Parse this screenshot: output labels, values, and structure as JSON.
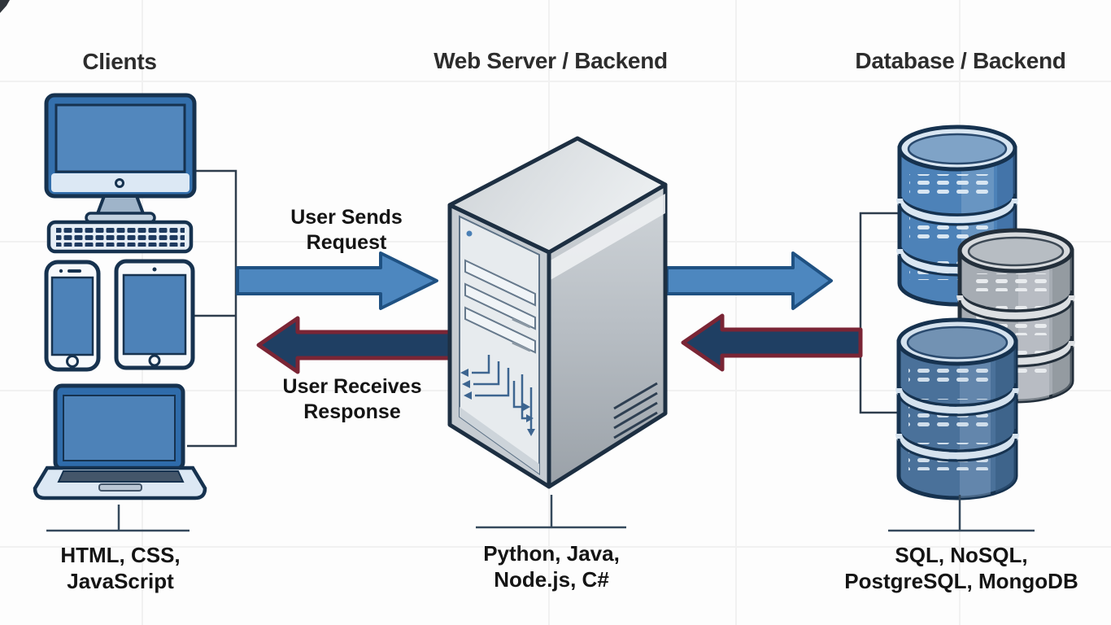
{
  "sections": {
    "clients": {
      "title": "Clients",
      "tech_line1": "HTML, CSS,",
      "tech_line2": "JavaScript",
      "device_icons": [
        "desktop-computer",
        "keyboard",
        "smartphone",
        "tablet",
        "laptop"
      ]
    },
    "web_server": {
      "title": "Web Server / Backend",
      "tech_line1": "Python, Java,",
      "tech_line2": "Node.js, C#",
      "device_icons": [
        "server-tower"
      ]
    },
    "database": {
      "title": "Database / Backend",
      "tech_line1": "SQL, NoSQL,",
      "tech_line2": "PostgreSQL, MongoDB",
      "device_icons": [
        "database-stack-blue-top",
        "database-stack-gray",
        "database-stack-blue-front"
      ]
    }
  },
  "flows": {
    "request": {
      "line1": "User Sends",
      "line2": "Request",
      "direction": "right",
      "fill": "#4d87bf",
      "border": "#1f5182"
    },
    "response": {
      "line1": "User Receives",
      "line2": "Response",
      "direction": "left",
      "fill": "#1f3f63",
      "border": "#7a2535"
    }
  },
  "colors": {
    "background": "#fdfdfd",
    "device_screen_blue": "#4d82b8",
    "outline_navy": "#16324f",
    "server_gray": "#c6ccd2",
    "database_blue": "#4d82b8",
    "database_gray": "#a6acb3",
    "connector_line": "#2e3d4d",
    "text": "#141414"
  }
}
